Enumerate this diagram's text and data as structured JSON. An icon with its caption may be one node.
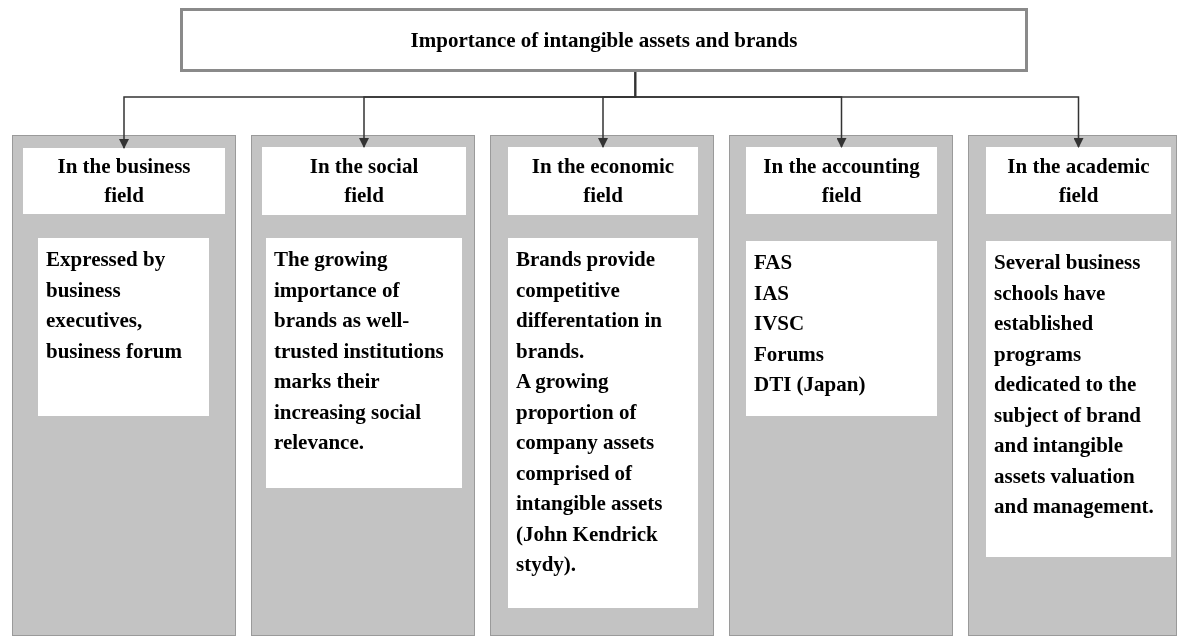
{
  "diagram": {
    "nodes": [
      {
        "text": [
          "Importance of intangible assets and brands"
        ]
      },
      {
        "text": [],
        "shape": "box"
      },
      {
        "text": [
          "In the business field"
        ],
        "in": 1
      },
      {
        "text": [
          "Expressed by business executives, business forum"
        ],
        "in": 1
      },
      {
        "text": [],
        "shape": "box"
      },
      {
        "text": [
          "In the social field"
        ],
        "in": 4
      },
      {
        "text": [
          "The growing importance of brands as well-trusted institutions marks their increasing social relevance."
        ],
        "in": 4
      },
      {
        "text": [],
        "shape": "box"
      },
      {
        "text": [
          "In the economic field"
        ],
        "in": 7
      },
      {
        "text": [
          "Brands provide competitive differentation in brands.",
          "A growing proportion of company assets comprised of intangible assets (John Kendrick stydy)."
        ],
        "in": 7
      },
      {
        "text": [],
        "shape": "box"
      },
      {
        "text": [
          "In the accounting field"
        ],
        "in": 10
      },
      {
        "text": [
          "FAS",
          "IAS",
          "IVSC",
          "Forums",
          "DTI (Japan)"
        ],
        "in": 10
      },
      {
        "text": [],
        "shape": "box"
      },
      {
        "text": [
          "In the academic field"
        ],
        "in": 13
      },
      {
        "text": [
          "Several business schools have established programs dedicated to the subject of brand and intangible assets valuation and management."
        ],
        "in": 13
      }
    ],
    "edges": [
      {
        "from": 0,
        "to": 2,
        "arrow": "to"
      },
      {
        "from": 0,
        "to": 5,
        "arrow": "to"
      },
      {
        "from": 0,
        "to": 8,
        "arrow": "to"
      },
      {
        "from": 0,
        "to": 11,
        "arrow": "to"
      },
      {
        "from": 0,
        "to": 14,
        "arrow": "to"
      }
    ]
  }
}
